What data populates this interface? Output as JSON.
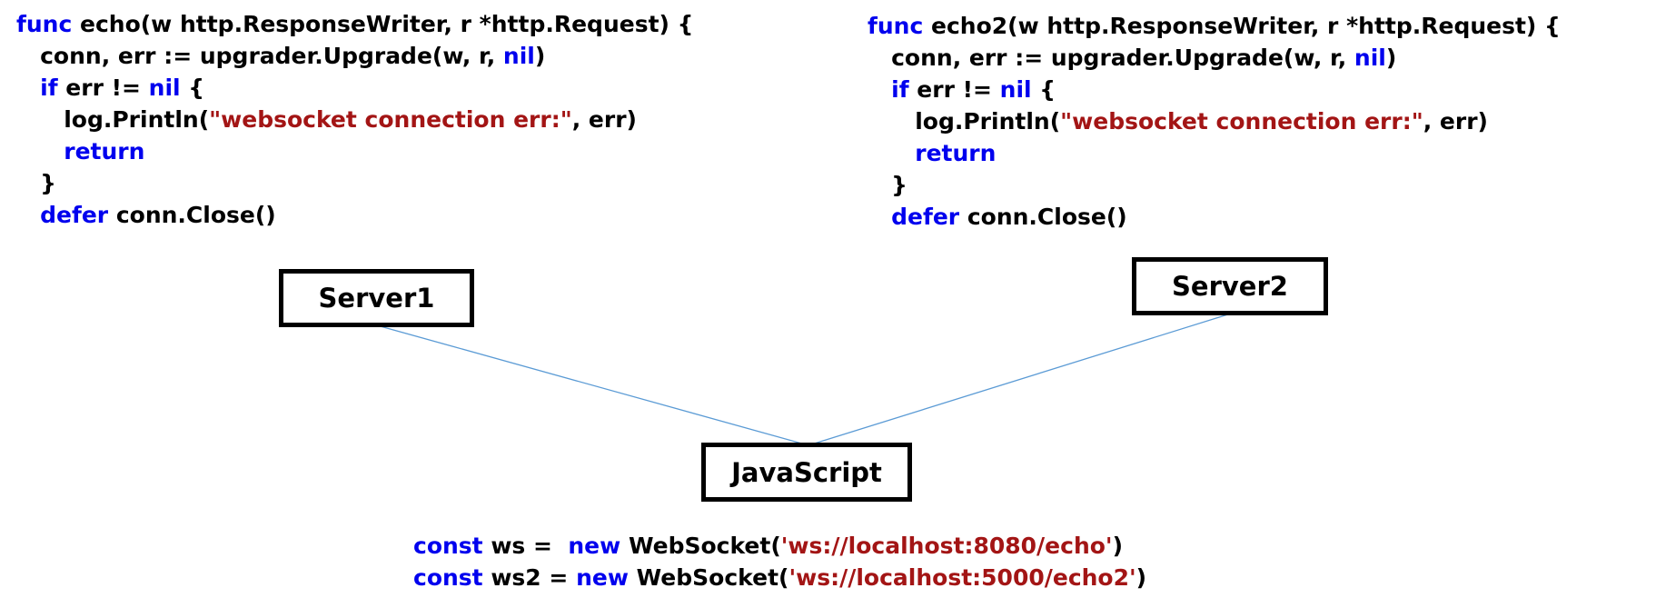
{
  "colors": {
    "keyword": "#0000ee",
    "string": "#a31515",
    "text": "#000000",
    "connector": "#5b9bd5"
  },
  "code_server1": {
    "lines": [
      [
        [
          "k",
          "func"
        ],
        [
          "t",
          " echo(w http.ResponseWriter, r *http.Request) {"
        ]
      ],
      [
        [
          "t",
          "   conn, err := upgrader.Upgrade(w, r, "
        ],
        [
          "k",
          "nil"
        ],
        [
          "t",
          ")"
        ]
      ],
      [
        [
          "t",
          "   "
        ],
        [
          "k",
          "if"
        ],
        [
          "t",
          " err != "
        ],
        [
          "k",
          "nil"
        ],
        [
          "t",
          " {"
        ]
      ],
      [
        [
          "t",
          "      log.Println("
        ],
        [
          "s",
          "\"websocket connection err:\""
        ],
        [
          "t",
          ", err)"
        ]
      ],
      [
        [
          "t",
          "      "
        ],
        [
          "k",
          "return"
        ]
      ],
      [
        [
          "t",
          "   }"
        ]
      ],
      [
        [
          "t",
          "   "
        ],
        [
          "k",
          "defer"
        ],
        [
          "t",
          " conn.Close()"
        ]
      ]
    ]
  },
  "code_server2": {
    "lines": [
      [
        [
          "k",
          "func"
        ],
        [
          "t",
          " echo2(w http.ResponseWriter, r *http.Request) {"
        ]
      ],
      [
        [
          "t",
          "   conn, err := upgrader.Upgrade(w, r, "
        ],
        [
          "k",
          "nil"
        ],
        [
          "t",
          ")"
        ]
      ],
      [
        [
          "t",
          "   "
        ],
        [
          "k",
          "if"
        ],
        [
          "t",
          " err != "
        ],
        [
          "k",
          "nil"
        ],
        [
          "t",
          " {"
        ]
      ],
      [
        [
          "t",
          "      log.Println("
        ],
        [
          "s",
          "\"websocket connection err:\""
        ],
        [
          "t",
          ", err)"
        ]
      ],
      [
        [
          "t",
          "      "
        ],
        [
          "k",
          "return"
        ]
      ],
      [
        [
          "t",
          "   }"
        ]
      ],
      [
        [
          "t",
          "   "
        ],
        [
          "k",
          "defer"
        ],
        [
          "t",
          " conn.Close()"
        ]
      ]
    ]
  },
  "code_client": {
    "lines": [
      [
        [
          "k",
          "const"
        ],
        [
          "t",
          " ws =  "
        ],
        [
          "k",
          "new"
        ],
        [
          "t",
          " WebSocket("
        ],
        [
          "s",
          "'ws://localhost:8080/echo'"
        ],
        [
          "t",
          ")"
        ]
      ],
      [
        [
          "k",
          "const"
        ],
        [
          "t",
          " ws2 = "
        ],
        [
          "k",
          "new"
        ],
        [
          "t",
          " WebSocket("
        ],
        [
          "s",
          "'ws://localhost:5000/echo2'"
        ],
        [
          "t",
          ")"
        ]
      ]
    ]
  },
  "nodes": {
    "server1": {
      "label": "Server1"
    },
    "server2": {
      "label": "Server2"
    },
    "client": {
      "label": "JavaScript"
    }
  }
}
